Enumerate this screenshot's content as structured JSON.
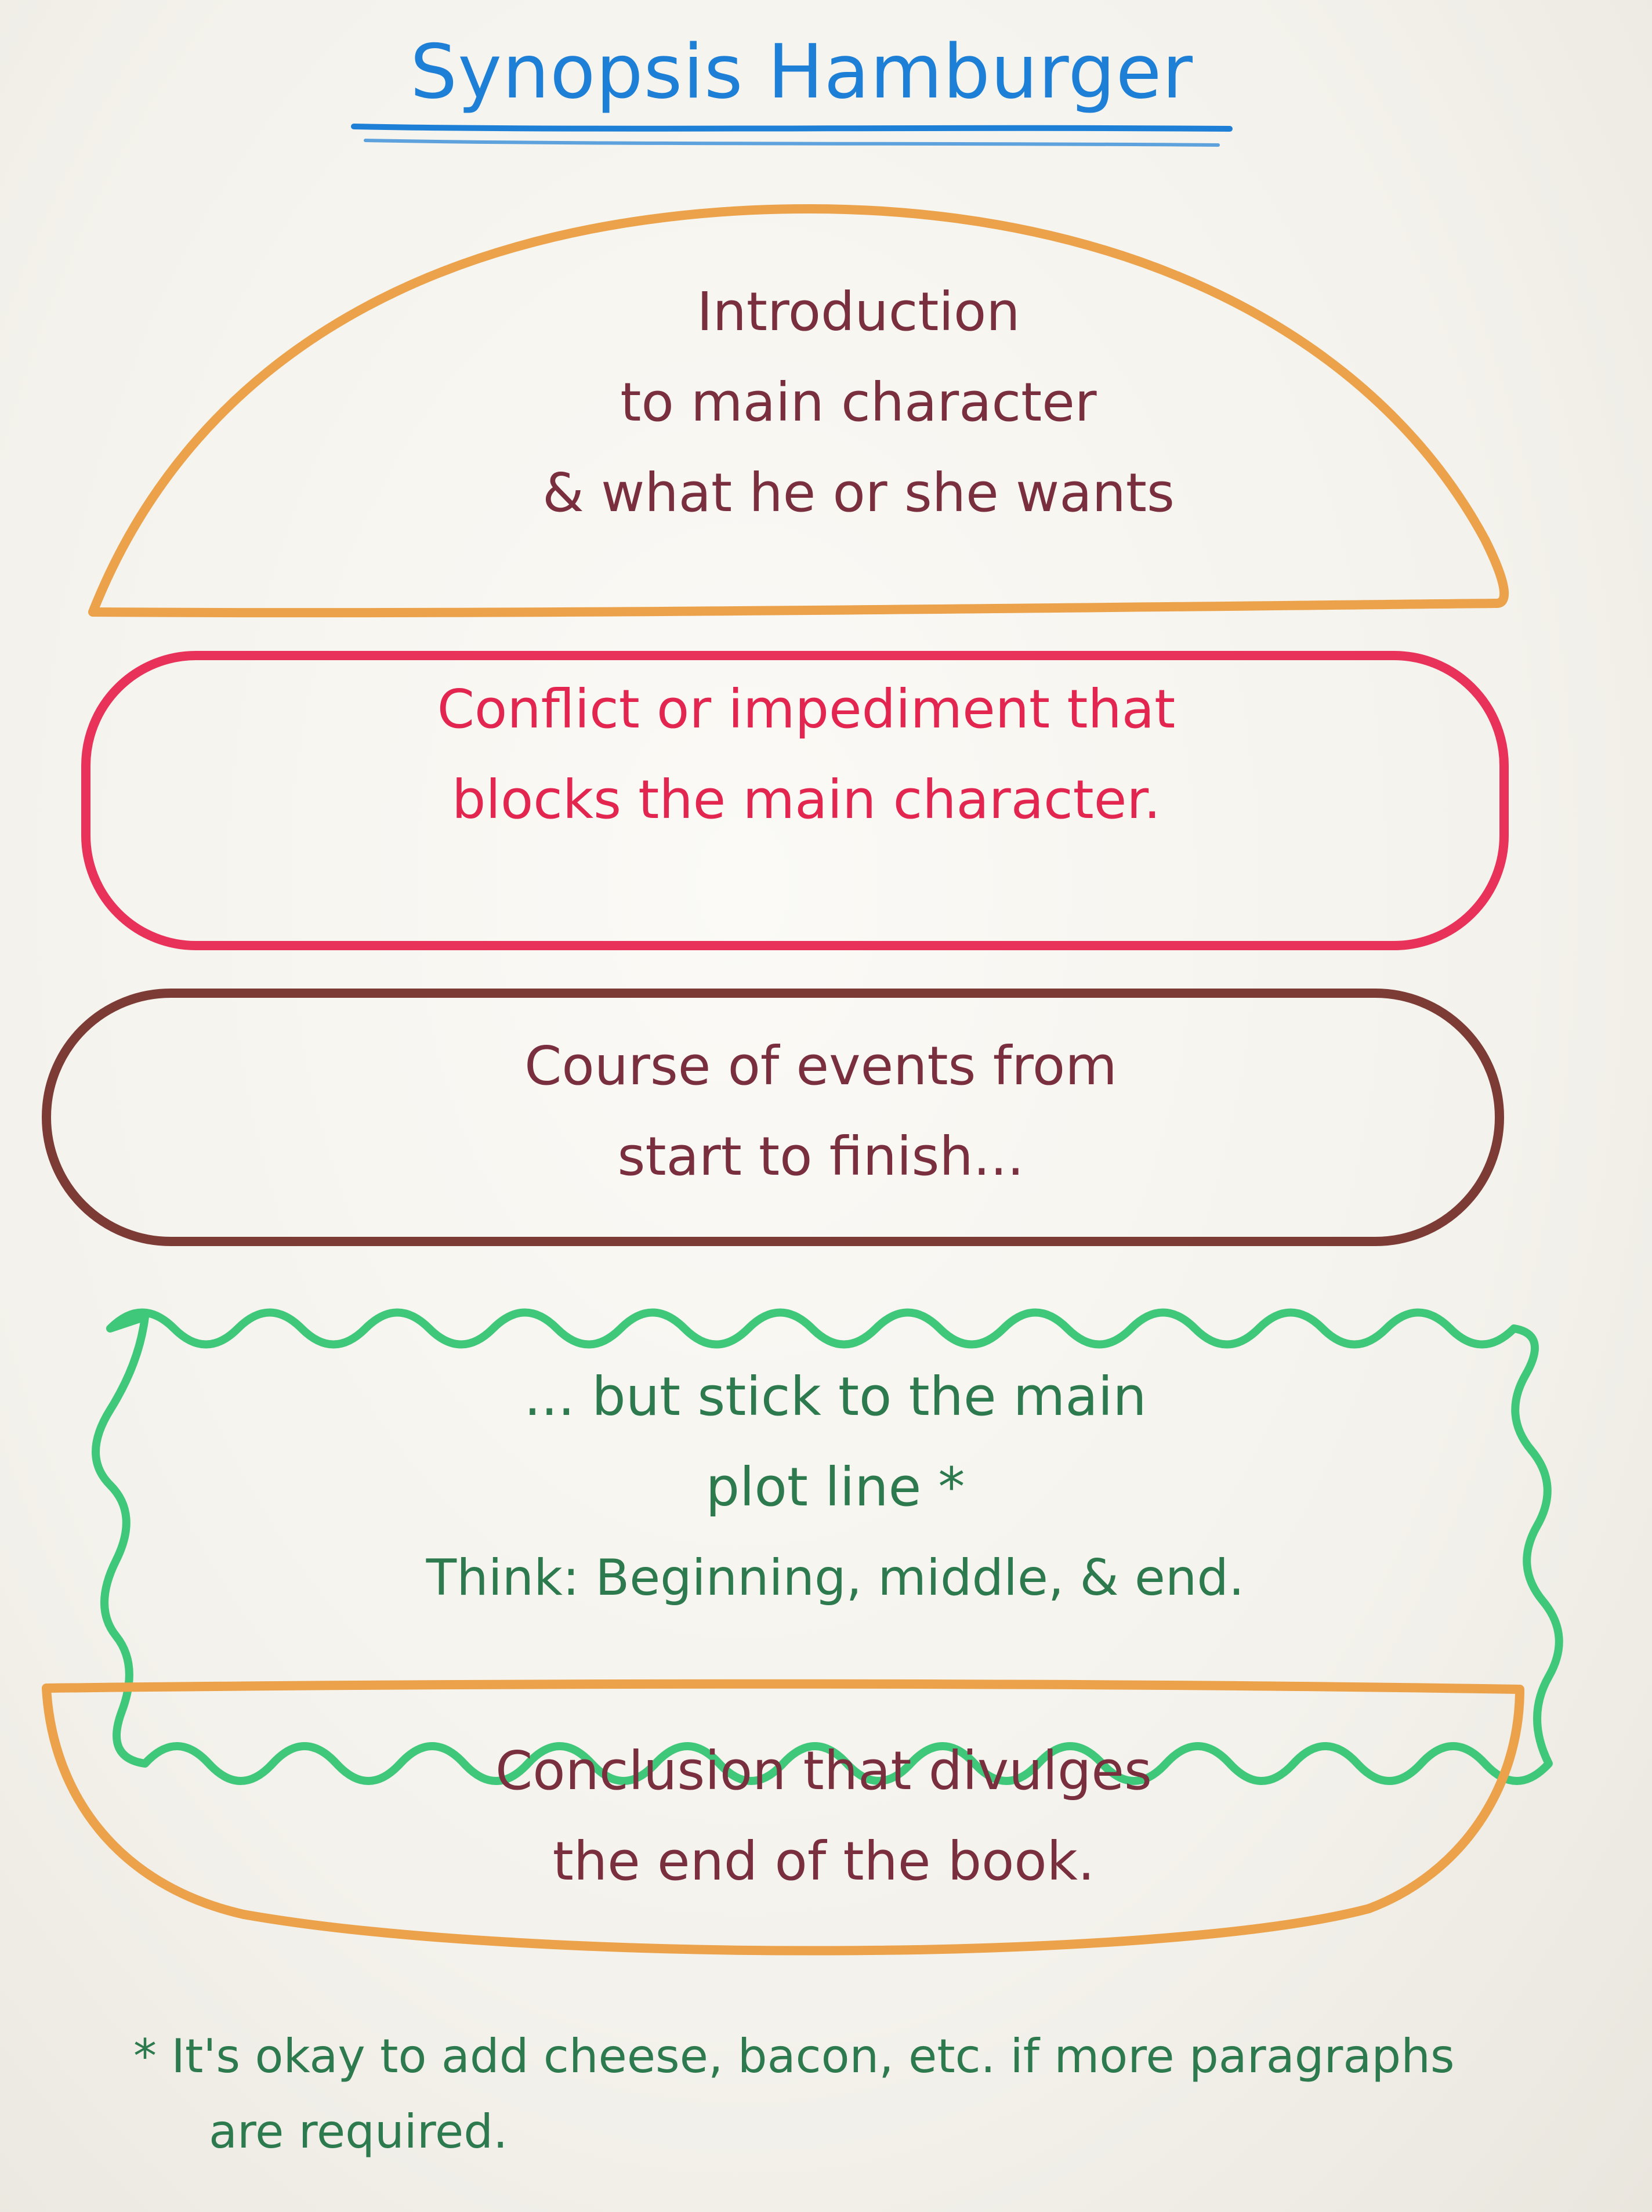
{
  "title": "Synopsis Hamburger",
  "colors": {
    "title": "#1d7fd6",
    "bun": "#eba24a",
    "cheese_outline": "#e8325a",
    "patty_outline": "#7d3b36",
    "lettuce_outline": "#3fc77a",
    "dark_text": "#7a2f3f",
    "red_text": "#e2264f",
    "green_text": "#2e7a4f"
  },
  "layers": {
    "bun_top": {
      "lines": [
        "Introduction",
        "to main character",
        "& what he or she wants"
      ]
    },
    "cheese": {
      "lines": [
        "Conflict or impediment that",
        "blocks the main character."
      ]
    },
    "patty": {
      "lines": [
        "Course of events from",
        "start to finish..."
      ]
    },
    "lettuce": {
      "lines": [
        "... but stick to the main",
        "plot line *",
        "Think: Beginning, middle, & end."
      ]
    },
    "bun_bottom": {
      "lines": [
        "Conclusion that divulges",
        "the end of the book."
      ]
    }
  },
  "footnote": {
    "line1": "* It's okay to add cheese, bacon, etc. if more paragraphs",
    "line2": "are required."
  }
}
